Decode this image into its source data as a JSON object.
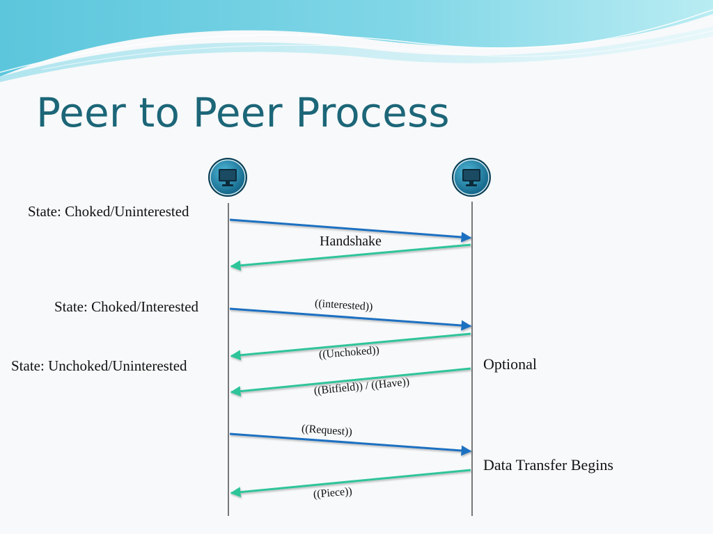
{
  "slide": {
    "title": "Peer to Peer Process"
  },
  "colors": {
    "title": "#1c6678",
    "request_arrow": "#1f6fc1",
    "response_arrow": "#2ec49a",
    "lifeline": "#222222",
    "header_wave": "#6ccfe0"
  },
  "peers": [
    {
      "icon": "computer-monitor-icon"
    },
    {
      "icon": "computer-monitor-icon"
    }
  ],
  "states": [
    "State: Choked/Uninterested",
    "State: Choked/Interested",
    "State: Unchoked/Uninterested"
  ],
  "notes": {
    "optional": "Optional",
    "data_transfer": "Data Transfer Begins"
  },
  "messages": [
    {
      "from": "left",
      "to": "right",
      "label": "Handshake"
    },
    {
      "from": "right",
      "to": "left",
      "label": ""
    },
    {
      "from": "left",
      "to": "right",
      "label": "((interested))"
    },
    {
      "from": "right",
      "to": "left",
      "label": "((Unchoked))"
    },
    {
      "from": "right",
      "to": "left",
      "label": "((Bitfield)) / ((Have))"
    },
    {
      "from": "left",
      "to": "right",
      "label": "((Request))"
    },
    {
      "from": "right",
      "to": "left",
      "label": "((Piece))"
    }
  ]
}
